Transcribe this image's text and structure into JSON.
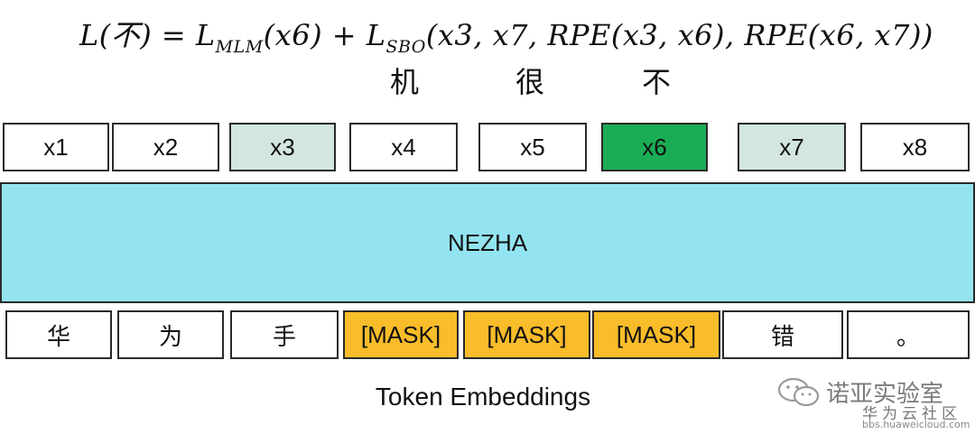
{
  "formula": {
    "lhs": "L(不)",
    "eq": " = ",
    "mlm_base": "L",
    "mlm_sub": "MLM",
    "mlm_args": "(x6)",
    "plus": " + ",
    "sbo_base": "L",
    "sbo_sub": "SBO",
    "sbo_args": "(x3, x7, RPE(x3, x6), RPE(x6, x7))"
  },
  "predicted_chars": [
    "机",
    "很",
    "不"
  ],
  "output_tokens": [
    {
      "label": "x1",
      "color": "#ffffff"
    },
    {
      "label": "x2",
      "color": "#ffffff"
    },
    {
      "label": "x3",
      "color": "#d3e6df"
    },
    {
      "label": "x4",
      "color": "#ffffff"
    },
    {
      "label": "x5",
      "color": "#ffffff"
    },
    {
      "label": "x6",
      "color": "#1aad55"
    },
    {
      "label": "x7",
      "color": "#d3e6df"
    },
    {
      "label": "x8",
      "color": "#ffffff"
    }
  ],
  "model_label": "NEZHA",
  "input_tokens": [
    {
      "label": "华",
      "color": "#ffffff"
    },
    {
      "label": "为",
      "color": "#ffffff"
    },
    {
      "label": "手",
      "color": "#ffffff"
    },
    {
      "label": "[MASK]",
      "color": "#f9bc2a"
    },
    {
      "label": "[MASK]",
      "color": "#f9bc2a"
    },
    {
      "label": "[MASK]",
      "color": "#f9bc2a"
    },
    {
      "label": "错",
      "color": "#ffffff"
    },
    {
      "label": "。",
      "color": "#ffffff"
    }
  ],
  "caption": "Token Embeddings",
  "watermark": {
    "title": "诺亚实验室",
    "subtitle": "华为云社区",
    "url": "bbs.huaweicloud.com",
    "icon": "wechat-icon"
  }
}
